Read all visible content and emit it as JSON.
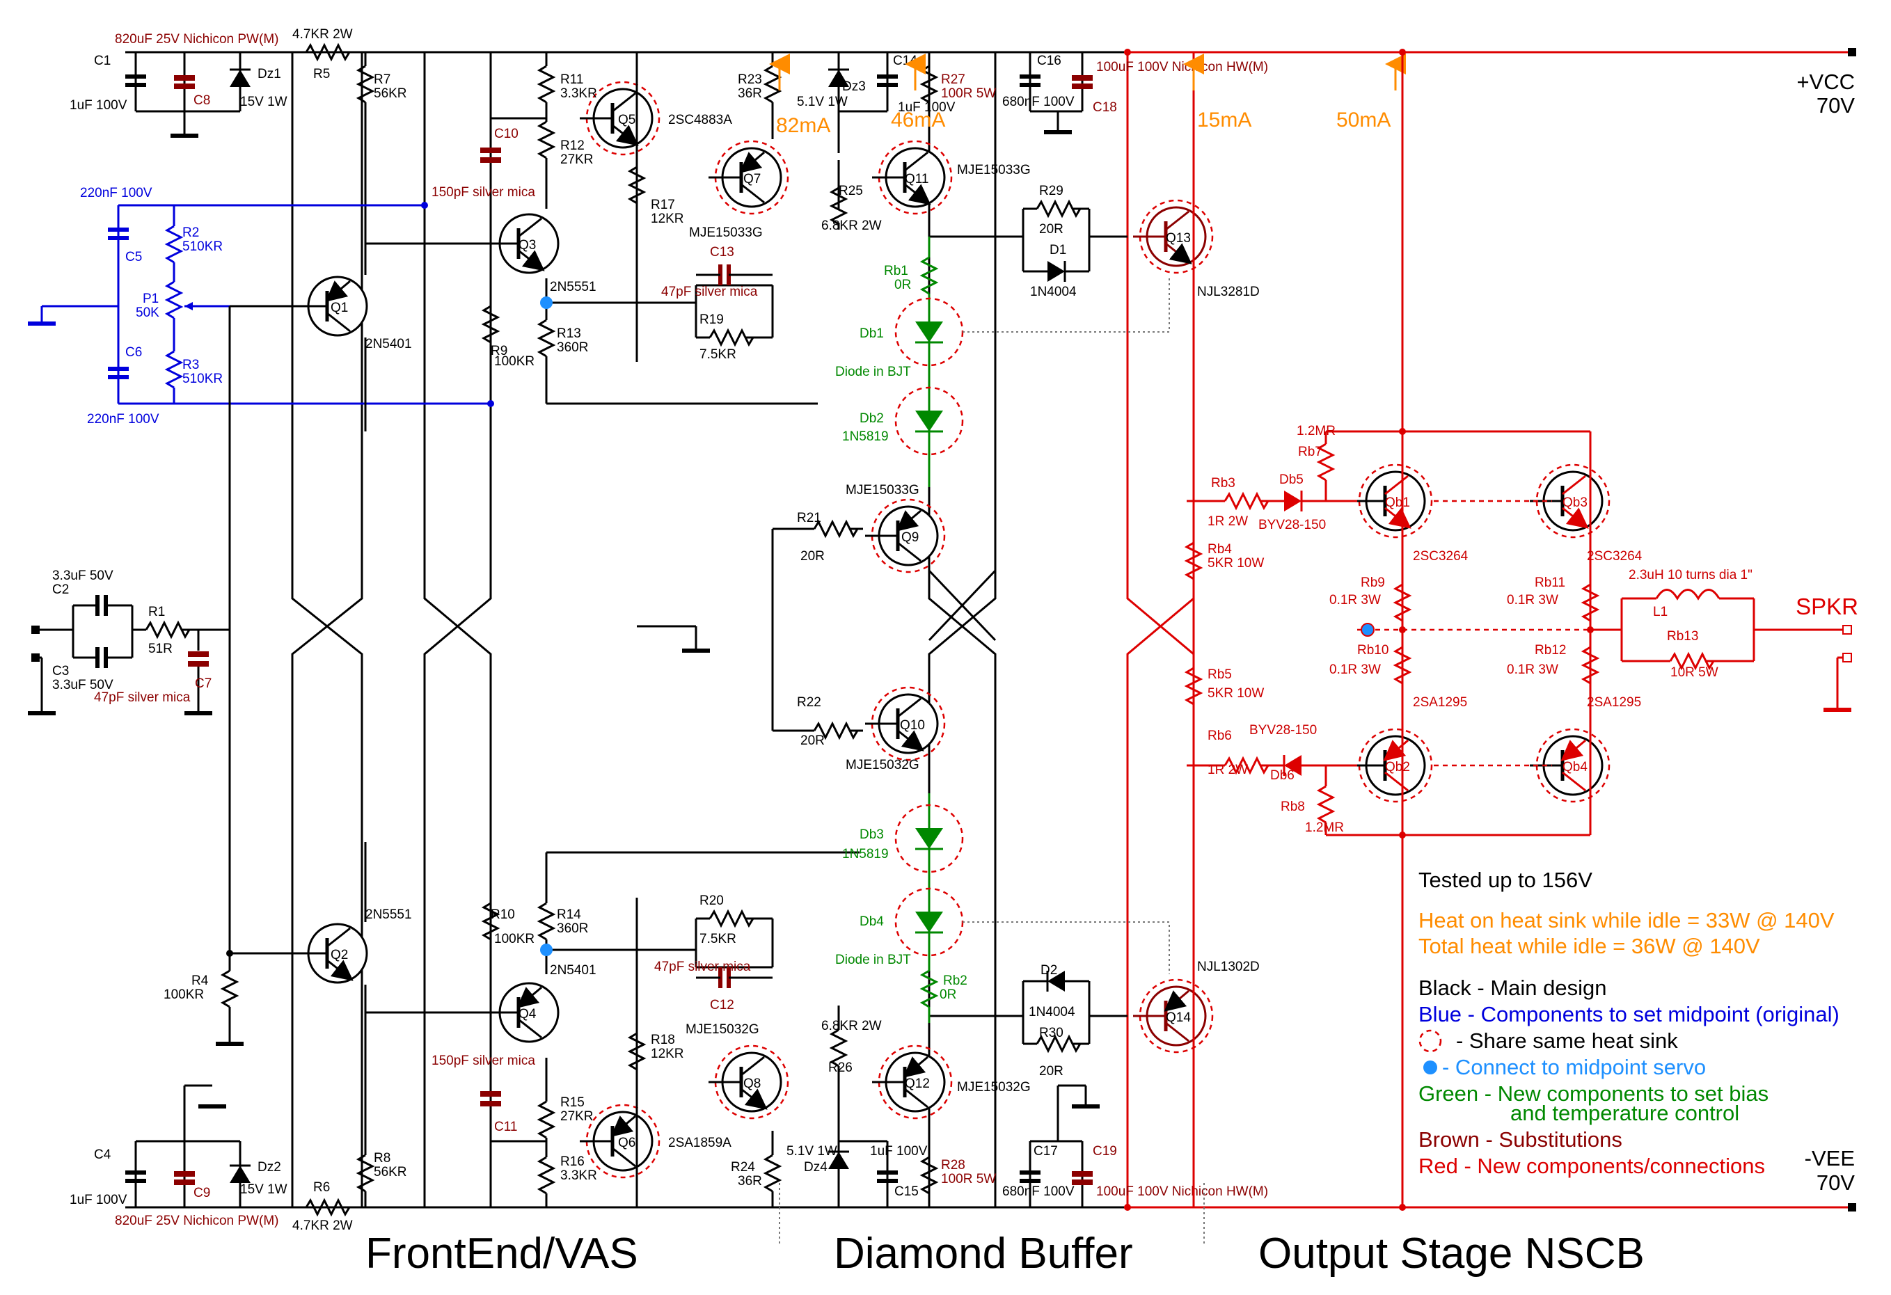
{
  "rails": {
    "vcc_label": "+VCC",
    "vcc_voltage": "70V",
    "vee_label": "-VEE",
    "vee_voltage": "70V",
    "spkr_label": "SPKR"
  },
  "sections": {
    "frontend": "FrontEnd/VAS",
    "buffer": "Diamond Buffer",
    "output": "Output Stage NSCB"
  },
  "currents": [
    "82mA",
    "46mA",
    "15mA",
    "50mA"
  ],
  "components": {
    "C1": "C1",
    "C1v": "1uF 100V",
    "C8v": "820uF 25V Nichicon PW(M)",
    "C8": "C8",
    "Dz1": "Dz1",
    "Dz1v": "15V 1W",
    "R5v": "4.7KR 2W",
    "R5": "R5",
    "R7": "R7",
    "R7v": "56KR",
    "R11": "R11",
    "R11v": "3.3KR",
    "R12": "R12",
    "R12v": "27KR",
    "C10": "C10",
    "C10v": "150pF silver mica",
    "Q5": "Q5",
    "Q5v": "2SC4883A",
    "R17": "R17",
    "R17v": "12KR",
    "Q7": "Q7",
    "Q7v": "MJE15033G",
    "C13": "C13",
    "C13v": "47pF silver mica",
    "R19": "R19",
    "R19v": "7.5KR",
    "R23": "R23",
    "R23v": "36R",
    "Dz3": "Dz3",
    "Dz3v": "5.1V 1W",
    "C14": "C14",
    "C14v": "1uF 100V",
    "R27": "R27",
    "R27v": "100R 5W",
    "R25": "R25",
    "R25v": "6.8KR 2W",
    "Q11": "Q11",
    "Q11v": "MJE15033G",
    "C16": "C16",
    "C16v": "680nF 100V",
    "C18v": "100uF 100V Nichicon HW(M)",
    "C18": "C18",
    "R29": "R29",
    "R29v": "20R",
    "D1": "D1",
    "D1v": "1N4004",
    "Q13": "Q13",
    "Q13v": "NJL3281D",
    "Rb1": "Rb1",
    "Rb1v": "0R",
    "Db1": "Db1",
    "Db1v": "Diode in BJT",
    "Db2": "Db2",
    "Db2v": "1N5819",
    "Q9v": "MJE15033G",
    "Q9": "Q9",
    "R21": "R21",
    "R21v": "20R",
    "Q10": "Q10",
    "Q10v": "MJE15032G",
    "R22": "R22",
    "R22v": "20R",
    "Db3": "Db3",
    "Db3v": "1N5819",
    "Db4": "Db4",
    "Db4v": "Diode in BJT",
    "Rb2": "Rb2",
    "Rb2v": "0R",
    "Q12": "Q12",
    "Q12v": "MJE15032G",
    "R26": "R26",
    "R26v": "6.8KR 2W",
    "D2": "D2",
    "D2v": "1N4004",
    "R30": "R30",
    "R30v": "20R",
    "Q14": "Q14",
    "Q14v": "NJL1302D",
    "R28": "R28",
    "R28v": "100R 5W",
    "C15": "C15",
    "C15v": "1uF 100V",
    "Dz4": "Dz4",
    "Dz4v": "5.1V 1W",
    "R24": "R24",
    "R24v": "36R",
    "C17": "C17",
    "C17v": "680nF 100V",
    "C19": "C19",
    "C19v": "100uF 100V Nichicon HW(M)",
    "C5v": "220nF 100V",
    "C5": "C5",
    "R2": "R2",
    "R2v": "510KR",
    "P1": "P1",
    "P1v": "50K",
    "R3": "R3",
    "R3v": "510KR",
    "C6": "C6",
    "C6v": "220nF 100V",
    "Q1": "Q1",
    "Q1v": "2N5401",
    "Q3": "Q3",
    "Q3v": "2N5551",
    "R9": "R9",
    "R9v": "100KR",
    "R13": "R13",
    "R13v": "360R",
    "C2": "C2",
    "C2v": "3.3uF 50V",
    "C3": "C3",
    "C3v": "3.3uF 50V",
    "R1": "R1",
    "R1v": "51R",
    "C7": "C7",
    "C7v": "47pF silver mica",
    "R4": "R4",
    "R4v": "100KR",
    "Q2": "Q2",
    "Q2v": "2N5551",
    "R10": "R10",
    "R10v": "100KR",
    "R14": "R14",
    "R14v": "360R",
    "Q4": "Q4",
    "Q4v": "2N5401",
    "R20": "R20",
    "R20v": "7.5KR",
    "C12": "C12",
    "C12v": "47pF silver mica",
    "R18": "R18",
    "R18v": "12KR",
    "Q8": "Q8",
    "Q8v": "MJE15032G",
    "C11": "C11",
    "C11v": "150pF silver mica",
    "R15": "R15",
    "R15v": "27KR",
    "R16": "R16",
    "R16v": "3.3KR",
    "Q6": "Q6",
    "Q6v": "2SA1859A",
    "C4": "C4",
    "C4v": "1uF 100V",
    "C9": "C9",
    "C9v": "820uF 25V Nichicon PW(M)",
    "Dz2": "Dz2",
    "Dz2v": "15V 1W",
    "R6": "R6",
    "R6v": "4.7KR 2W",
    "R8": "R8",
    "R8v": "56KR",
    "Rb7": "Rb7",
    "Rb7v": "1.2MR",
    "Rb3": "Rb3",
    "Rb3v": "1R 2W",
    "Db5": "Db5",
    "Db5v": "BYV28-150",
    "Qb1": "Qb1",
    "Qb1v": "2SC3264",
    "Qb3": "Qb3",
    "Qb3v": "2SC3264",
    "Rb4": "Rb4",
    "Rb4v": "5KR 10W",
    "Rb9": "Rb9",
    "Rb9v": "0.1R 3W",
    "Rb11": "Rb11",
    "Rb11v": "0.1R 3W",
    "Rb10": "Rb10",
    "Rb10v": "0.1R 3W",
    "Rb12": "Rb12",
    "Rb12v": "0.1R 3W",
    "L1": "L1",
    "L1v": "2.3uH 10 turns dia 1\"",
    "Rb13": "Rb13",
    "Rb13v": "10R 5W",
    "Rb5": "Rb5",
    "Rb5v": "5KR 10W",
    "Rb6": "Rb6",
    "Rb6v": "1R 2W",
    "Db6v": "BYV28-150",
    "Db6": "Db6",
    "Qb2": "Qb2",
    "Qb2v": "2SA1295",
    "Qb4": "Qb4",
    "Qb4v": "2SA1295",
    "Rb8": "Rb8",
    "Rb8v": "1.2MR"
  },
  "notes": {
    "tested": "Tested up to 156V",
    "heat_sink": "Heat on heat sink while idle = 33W @ 140V",
    "total_heat": "Total heat while idle = 36W @ 140V"
  },
  "legend": [
    {
      "text": "Black - Main design",
      "color": "#000000"
    },
    {
      "text": "Blue - Components to set midpoint (original)",
      "color": "#0000dd"
    },
    {
      "text": "- Share same heat sink",
      "color": "#000000",
      "icon": "dashed-circle-icon"
    },
    {
      "text": "- Connect to midpoint servo",
      "color": "#1e90ff",
      "icon": "blue-dot-icon"
    },
    {
      "text": "Green - New components to set bias",
      "color": "#008800"
    },
    {
      "text": "and temperature control",
      "color": "#008800"
    },
    {
      "text": "Brown - Substitutions",
      "color": "#8b0000"
    },
    {
      "text": "Red - New components/connections",
      "color": "#dd0000"
    }
  ],
  "colors": {
    "main": "#000000",
    "midpoint": "#0000dd",
    "bias": "#008800",
    "substitution": "#8b0000",
    "new": "#dd0000",
    "current": "#ff8c00",
    "servo": "#1e90ff"
  }
}
